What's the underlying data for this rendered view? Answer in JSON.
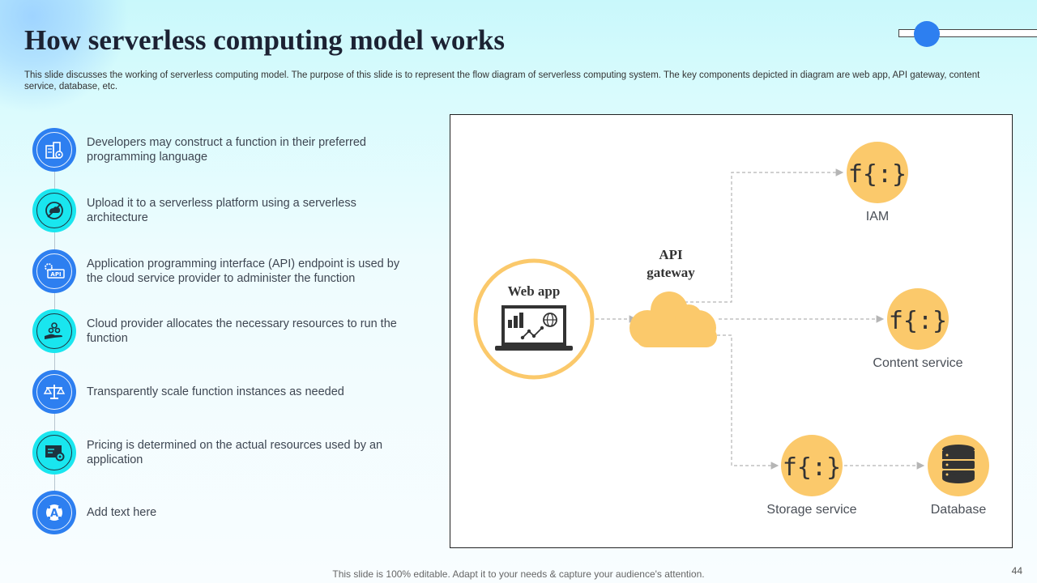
{
  "title": "How serverless computing model works",
  "subtitle": "This slide discusses the working of serverless computing model. The purpose of this slide is to represent the flow diagram of serverless computing system. The key components depicted in diagram are web app, API gateway, content service, database, etc.",
  "steps": [
    {
      "text": "Developers may construct a function in their preferred programming language",
      "icon": "developer-building-icon",
      "color": "#2d7ff0"
    },
    {
      "text": "Upload it to a serverless platform using a serverless architecture",
      "icon": "cloud-upload-icon",
      "color": "#19e6ef"
    },
    {
      "text": "Application programming interface (API) endpoint is used by the cloud service provider to administer the function",
      "icon": "api-gear-icon",
      "color": "#2d7ff0"
    },
    {
      "text": "Cloud provider allocates the necessary resources to run the function",
      "icon": "hand-gears-icon",
      "color": "#19e6ef"
    },
    {
      "text": "Transparently scale function instances as needed",
      "icon": "balance-scale-icon",
      "color": "#2d7ff0"
    },
    {
      "text": "Pricing is determined on the actual resources used by an application",
      "icon": "dashboard-gear-icon",
      "color": "#19e6ef"
    },
    {
      "text": "Add text here",
      "icon": "text-edit-icon",
      "color": "#2d7ff0"
    }
  ],
  "diagram": {
    "web_app": "Web app",
    "api_gateway": "API gateway",
    "iam": "IAM",
    "content_service": "Content service",
    "storage_service": "Storage service",
    "database": "Database",
    "function_glyph": "f{:}",
    "accent_color": "#fbc96b"
  },
  "footer": "This slide is 100% editable. Adapt it to your needs & capture your audience's attention.",
  "page_number": "44"
}
